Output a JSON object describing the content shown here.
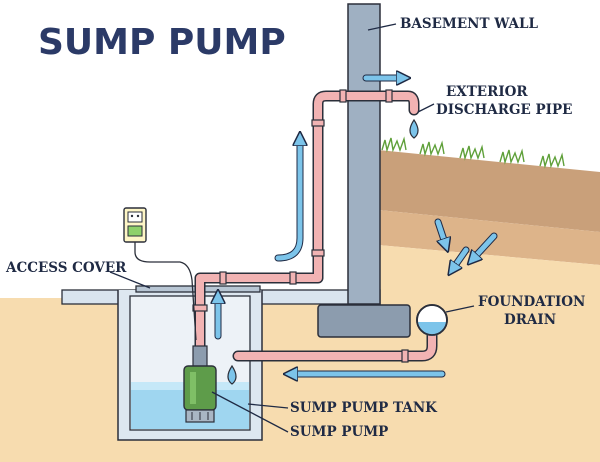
{
  "title": "SUMP PUMP",
  "labels": {
    "basement_wall": "BASEMENT WALL",
    "exterior_discharge_line1": "EXTERIOR",
    "exterior_discharge_line2": "DISCHARGE PIPE",
    "access_cover": "ACCESS COVER",
    "foundation_drain_line1": "FOUNDATION",
    "foundation_drain_line2": "DRAIN",
    "sump_pump_tank": "SUMP PUMP TANK",
    "sump_pump": "SUMP PUMP"
  },
  "colors": {
    "title": "#2b3a67",
    "soil": "#f7dcaf",
    "soil_brown": "#c29a74",
    "wall": "#9fb0c2",
    "water": "#9fd6f0",
    "pipe": "#f2b3b3",
    "flow_arrow": "#7cc4ea",
    "grass": "#5fa03a",
    "pump": "#5e9c4a"
  },
  "icons": {
    "outlet": "power-outlet-icon",
    "water_drop": "water-drop-icon",
    "flow_arrow": "flow-arrow-icon"
  }
}
